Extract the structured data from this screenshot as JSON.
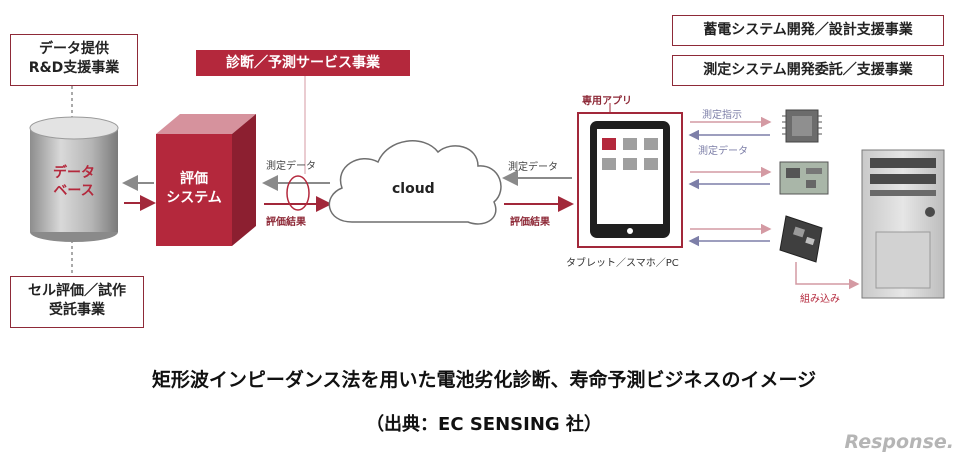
{
  "boxes": {
    "data_provision_line1": "データ提供",
    "data_provision_line2": "R&D支援事業",
    "cell_eval_line1": "セル評価／試作",
    "cell_eval_line2": "受託事業",
    "diagnosis_service": "診断／予測サービス事業",
    "storage_dev": "蓄電システム開発／設計支援事業",
    "measurement_dev": "測定システム開発委託／支援事業"
  },
  "database": {
    "line1": "データ",
    "line2": "ベース"
  },
  "eval_system": {
    "line1": "評価",
    "line2": "システム"
  },
  "cloud": "cloud",
  "tablet": {
    "app_label": "専用アプリ",
    "caption": "タブレット／スマホ／PC"
  },
  "flows": {
    "left_measure": "測定データ",
    "left_result": "評価結果",
    "right_measure": "測定データ",
    "right_result": "評価結果",
    "device_command": "測定指示",
    "device_data": "測定データ",
    "embed": "組み込み"
  },
  "caption": {
    "title": "矩形波インピーダンス法を用いた電池劣化診断、寿命予測ビジネスのイメージ",
    "source": "（出典：EC SENSING 社）"
  },
  "watermark": "Response.",
  "colors": {
    "accent": "#b4283c",
    "border": "#8e2a38",
    "gray": "#9a9a9a",
    "flow_blue": "#7d7fa8"
  }
}
